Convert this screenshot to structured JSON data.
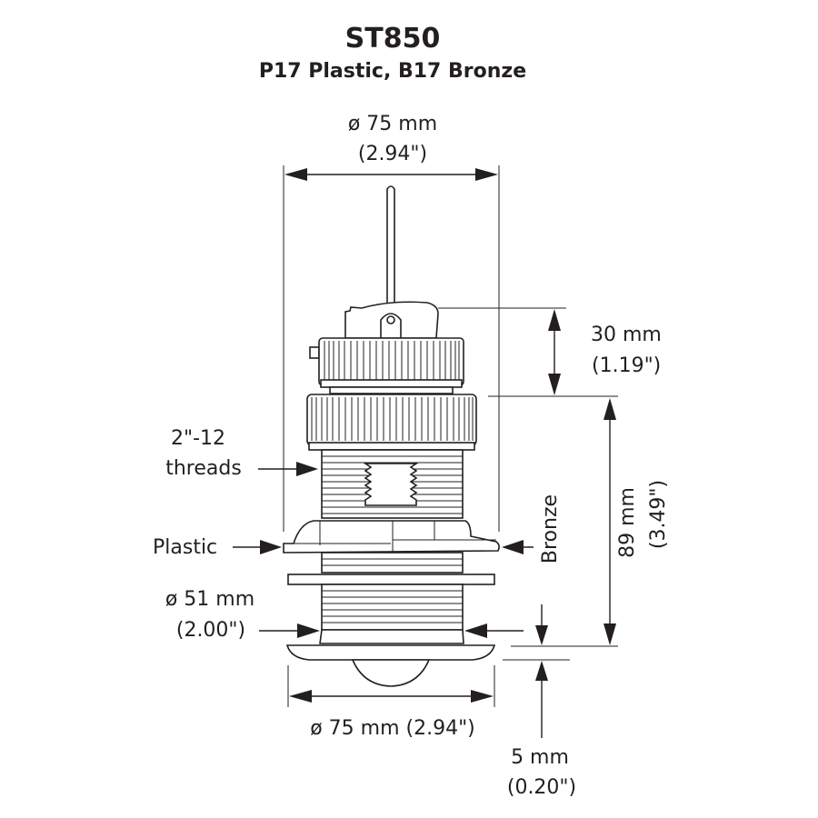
{
  "header": {
    "title": "ST850",
    "subtitle": "P17 Plastic, B17 Bronze"
  },
  "dimensions": {
    "top_diameter": {
      "line1": "ø 75 mm",
      "line2": "(2.94\")"
    },
    "cap_height": {
      "line1": "30 mm",
      "line2": "(1.19\")"
    },
    "body_height": {
      "line1": "89 mm",
      "line2": "(3.49\")"
    },
    "thread_diameter": {
      "line1": "ø 51 mm",
      "line2": "(2.00\")"
    },
    "flange_diameter": {
      "text": "ø 75 mm (2.94\")"
    },
    "flange_thickness": {
      "line1": "5 mm",
      "line2": "(0.20\")"
    }
  },
  "callouts": {
    "threads": {
      "line1": "2\"-12",
      "line2": "threads"
    },
    "plastic": "Plastic",
    "bronze": "Bronze"
  },
  "colors": {
    "ink": "#231f20",
    "background": "#ffffff"
  }
}
